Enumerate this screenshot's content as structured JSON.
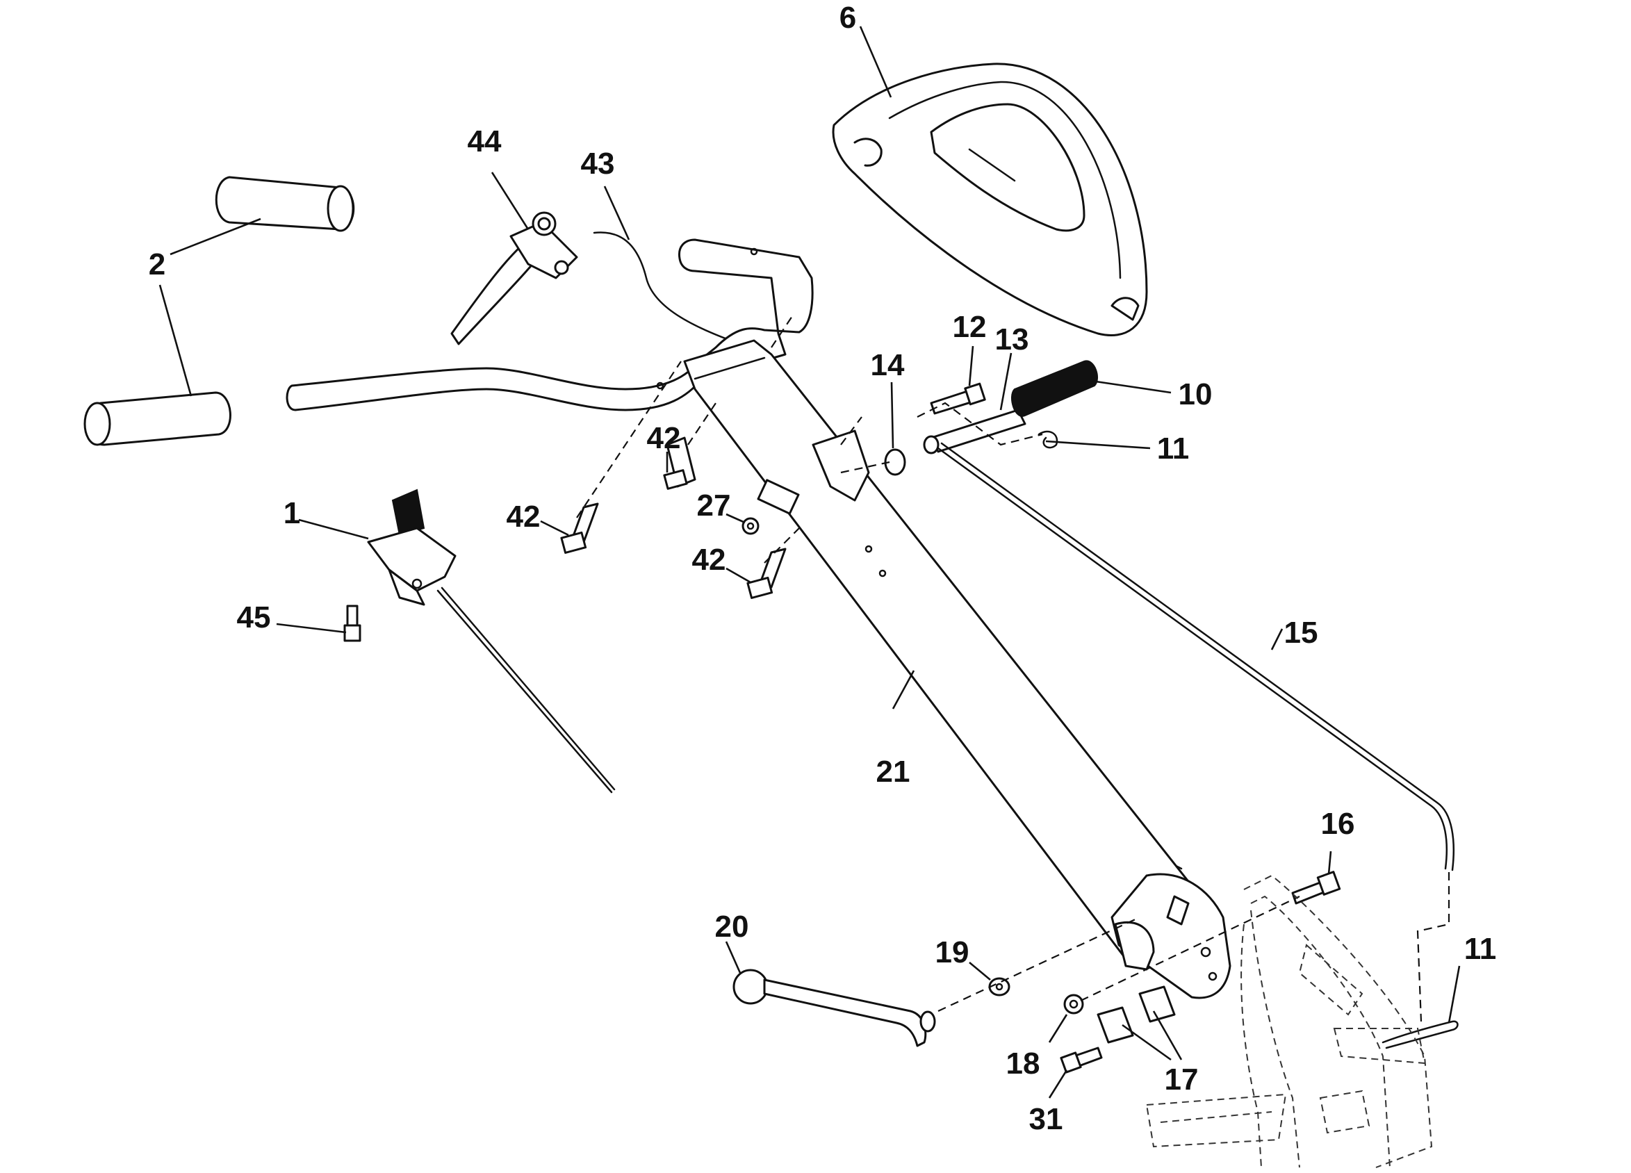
{
  "callouts": {
    "c1": "1",
    "c2a": "2",
    "c6": "6",
    "c10": "10",
    "c11a": "11",
    "c11b": "11",
    "c12": "12",
    "c13": "13",
    "c14": "14",
    "c15": "15",
    "c16": "16",
    "c17": "17",
    "c18": "18",
    "c19": "19",
    "c20": "20",
    "c21": "21",
    "c27": "27",
    "c31": "31",
    "c42a": "42",
    "c42b": "42",
    "c42c": "42",
    "c43": "43",
    "c44": "44",
    "c45": "45"
  }
}
